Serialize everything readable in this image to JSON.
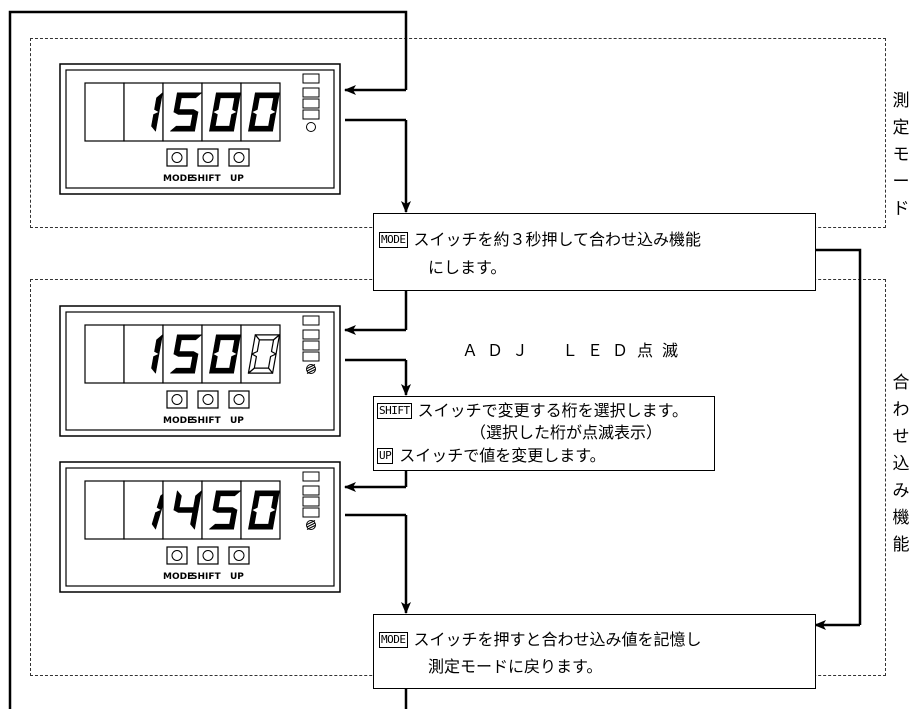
{
  "modes": {
    "measure": [
      "測",
      "定",
      "モ",
      "ー",
      "ド"
    ],
    "adjust": [
      "合",
      "わ",
      "せ",
      "込",
      "み",
      "機",
      "能"
    ]
  },
  "panels": [
    {
      "digits": [
        "",
        "1",
        "5",
        "0",
        "0"
      ],
      "italic_digit": -1,
      "blinking_digit": -1,
      "lamp": "open"
    },
    {
      "digits": [
        "",
        "1",
        "5",
        "0",
        "0"
      ],
      "italic_digit": -1,
      "blinking_digit": 4,
      "lamp": "hatched"
    },
    {
      "digits": [
        "",
        "1",
        "4",
        "5",
        "0"
      ],
      "italic_digit": 1,
      "blinking_digit": -1,
      "lamp": "hatched"
    }
  ],
  "buttons": [
    "MODE",
    "SHIFT",
    "UP"
  ],
  "steps": {
    "step1": {
      "key": "MODE",
      "line1": "スイッチを約３秒押して合わせ込み機能",
      "line2": "にします。"
    },
    "adj_led": "ＡＤＪ　ＬＥＤ点滅",
    "step2": {
      "key1": "SHIFT",
      "line1": "スイッチで変更する桁を選択します。",
      "line2": "（選択した桁が点滅表示）",
      "key2": "UP",
      "line3": "スイッチで値を変更します。"
    },
    "step3": {
      "key": "MODE",
      "line1": "スイッチを押すと合わせ込み値を記憶し",
      "line2": "測定モードに戻ります。"
    }
  }
}
